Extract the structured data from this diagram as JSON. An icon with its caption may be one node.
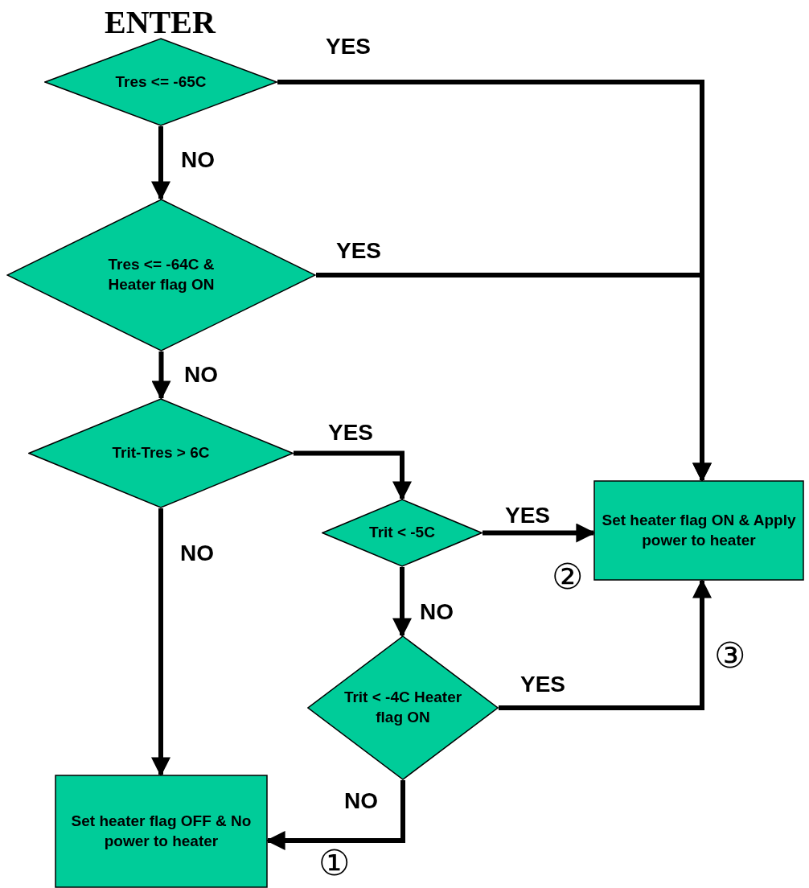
{
  "diagram": {
    "nodes": [
      {
        "text": [
          "Tres <= -65C"
        ]
      },
      {
        "text": [
          "Tres <= -64C & Heater flag ON"
        ]
      },
      {
        "text": [
          "Trit-Tres > 6C"
        ]
      },
      {
        "text": [
          "Trit < -5C"
        ]
      },
      {
        "text": [
          "Trit < -4C Heater flag ON"
        ]
      },
      {
        "text": [
          "Set heater flag ON & Apply power to heater"
        ]
      },
      {
        "text": [
          "Set heater flag OFF & No power to heater"
        ]
      }
    ],
    "edges": [
      {
        "from": 0,
        "to": 5,
        "arrow": "to",
        "label": "YES"
      },
      {
        "from": 1,
        "to": 5,
        "arrow": "to",
        "label": "YES"
      },
      {
        "from": 0,
        "to": 1,
        "arrow": "to",
        "label": "NO"
      },
      {
        "from": 1,
        "to": 2,
        "arrow": "to",
        "label": "NO"
      },
      {
        "from": 2,
        "to": 3,
        "arrow": "to",
        "label": "YES"
      },
      {
        "from": 3,
        "to": 5,
        "arrow": "to",
        "label": "YES"
      },
      {
        "from": 3,
        "to": 4,
        "arrow": "to",
        "label": "NO"
      },
      {
        "from": 4,
        "to": 5,
        "arrow": "to",
        "label": "YES"
      },
      {
        "from": 2,
        "to": 6,
        "arrow": "to",
        "label": "NO"
      },
      {
        "from": 4,
        "to": 6,
        "arrow": "to",
        "label": "NO"
      }
    ],
    "labels": [
      "ENTER",
      "②",
      "③",
      "①"
    ]
  }
}
